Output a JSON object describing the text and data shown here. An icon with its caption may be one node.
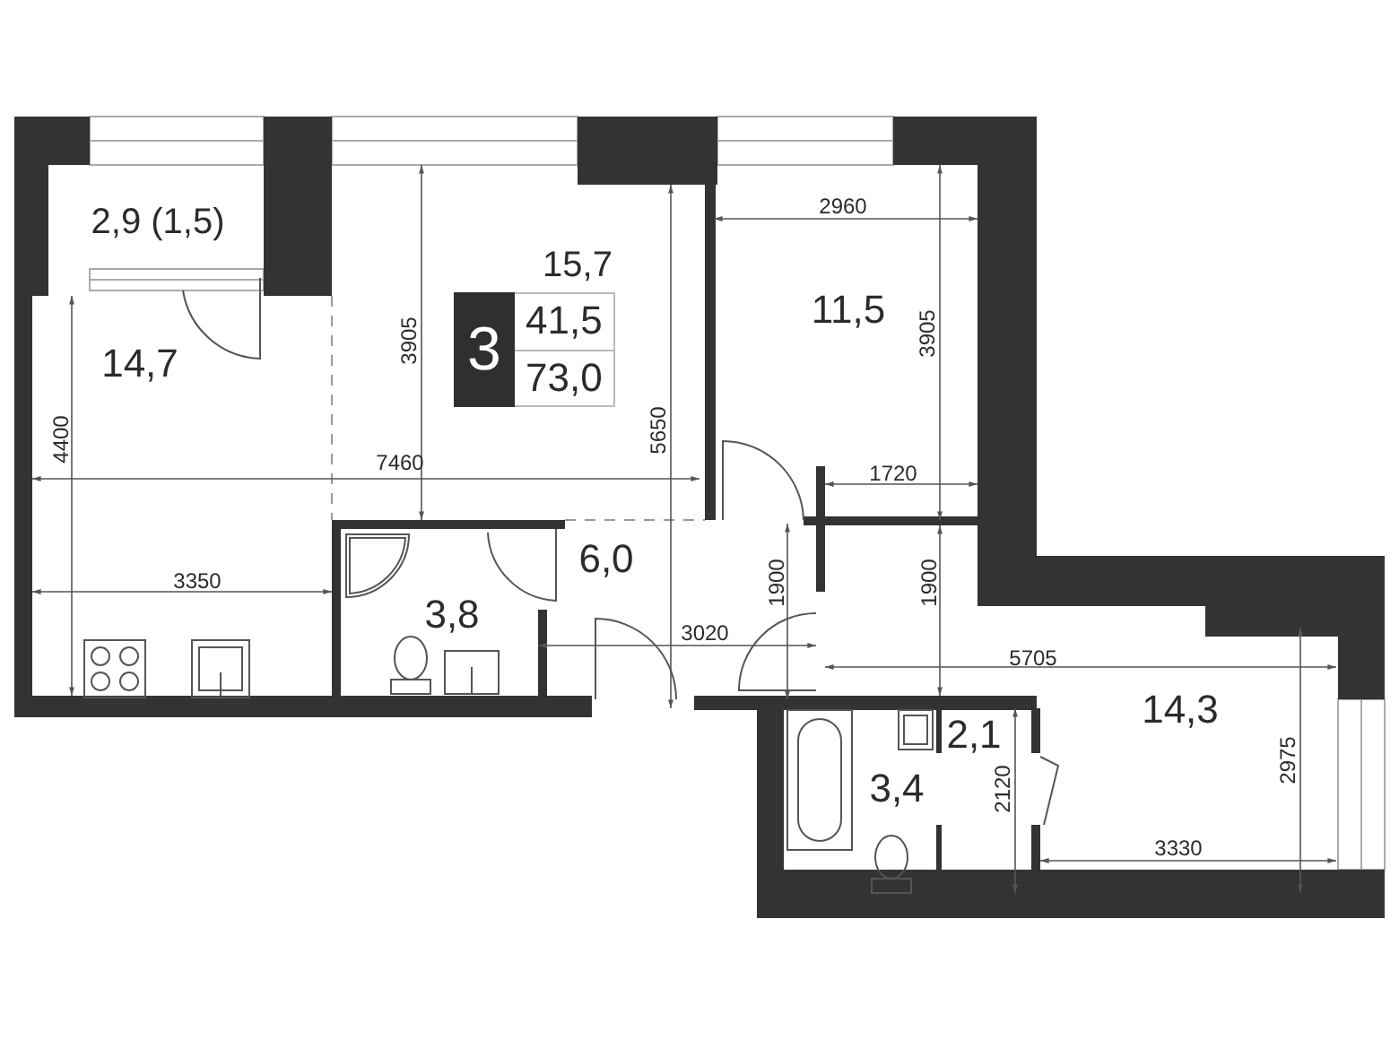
{
  "diagram": {
    "nodes": [
      {
        "text": [
          "3",
          "41,5",
          "73,0"
        ]
      }
    ],
    "labels": [
      "2,9 (1,5)",
      "15,7",
      "2960",
      "14,7",
      "3905",
      "5650",
      "11,5",
      "3905",
      "7460",
      "4400",
      "1720",
      "6,0",
      "3,8",
      "3350",
      "1900",
      "1900",
      "3020",
      "5705",
      "2,1",
      "14,3",
      "3,4",
      "2120",
      "2975",
      "3330"
    ]
  }
}
